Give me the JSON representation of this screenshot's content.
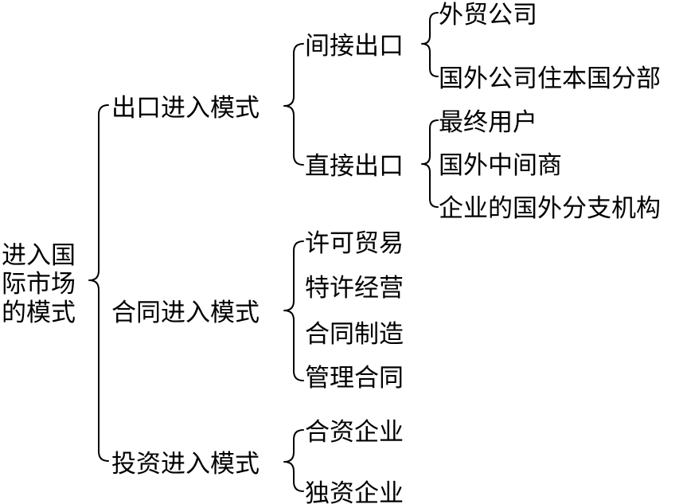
{
  "root": {
    "lines": [
      "进入国",
      "际市场",
      "的模式"
    ]
  },
  "branches": [
    {
      "label": "出口进入模式",
      "children": [
        {
          "label": "间接出口",
          "children": [
            "外贸公司",
            "国外公司住本国分部"
          ]
        },
        {
          "label": "直接出口",
          "children": [
            "最终用户",
            "国外中间商",
            "企业的国外分支机构"
          ]
        }
      ]
    },
    {
      "label": "合同进入模式",
      "children": [
        {
          "label": "许可贸易"
        },
        {
          "label": "特许经营"
        },
        {
          "label": "合同制造"
        },
        {
          "label": "管理合同"
        }
      ]
    },
    {
      "label": "投资进入模式",
      "children": [
        {
          "label": "合资企业"
        },
        {
          "label": "独资企业"
        }
      ]
    }
  ]
}
